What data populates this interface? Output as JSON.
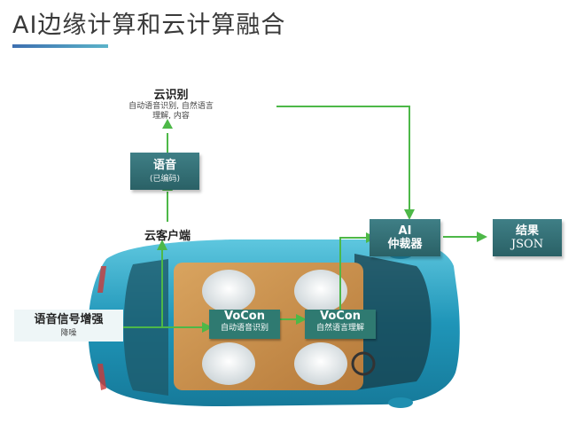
{
  "title": "AI边缘计算和云计算融合",
  "cloud_recognition": {
    "title": "云识别",
    "desc_line1": "自动语音识别, 自然语言",
    "desc_line2": "理解, 内容"
  },
  "speech_box": {
    "title": "语音",
    "sub": "(已编码)"
  },
  "cloud_client": {
    "title": "云客户端"
  },
  "signal_enhance": {
    "title": "语音信号增强",
    "sub": "降噪"
  },
  "vocon1": {
    "title": "VoCon",
    "sub": "自动语音识别"
  },
  "vocon2": {
    "title": "VoCon",
    "sub": "自然语言理解"
  },
  "arbitrator": {
    "line1": "AI",
    "line2": "仲裁器"
  },
  "result": {
    "line1": "结果",
    "line2": "JSON"
  },
  "colors": {
    "arrow": "#4db848",
    "box": "#2f6f74",
    "car_body": "#2a9fbf"
  }
}
